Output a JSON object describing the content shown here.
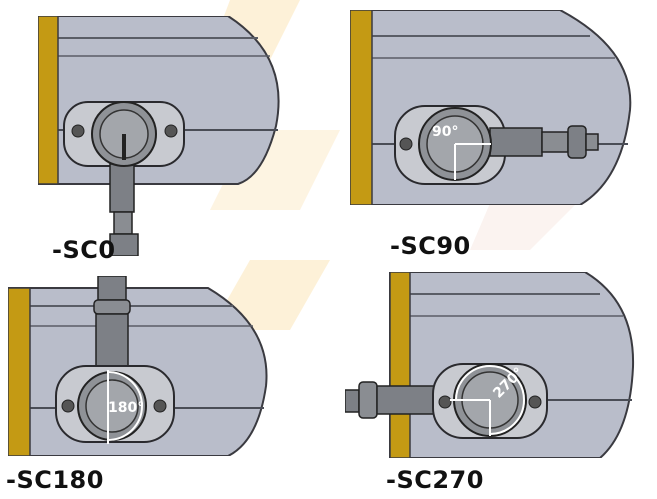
{
  "variants": [
    {
      "label": "-SC0",
      "angle": ""
    },
    {
      "label": "-SC90",
      "angle": "90°"
    },
    {
      "label": "-SC180",
      "angle": "180°"
    },
    {
      "label": "-SC270",
      "angle": "270°"
    }
  ],
  "colors": {
    "housing": "#b9bdca",
    "housing_dark": "#9ea2b0",
    "end_cap": "#c49a14",
    "plate": "#c8cad0",
    "connector": "#8a8d92",
    "watermark": "#fcefd3"
  }
}
